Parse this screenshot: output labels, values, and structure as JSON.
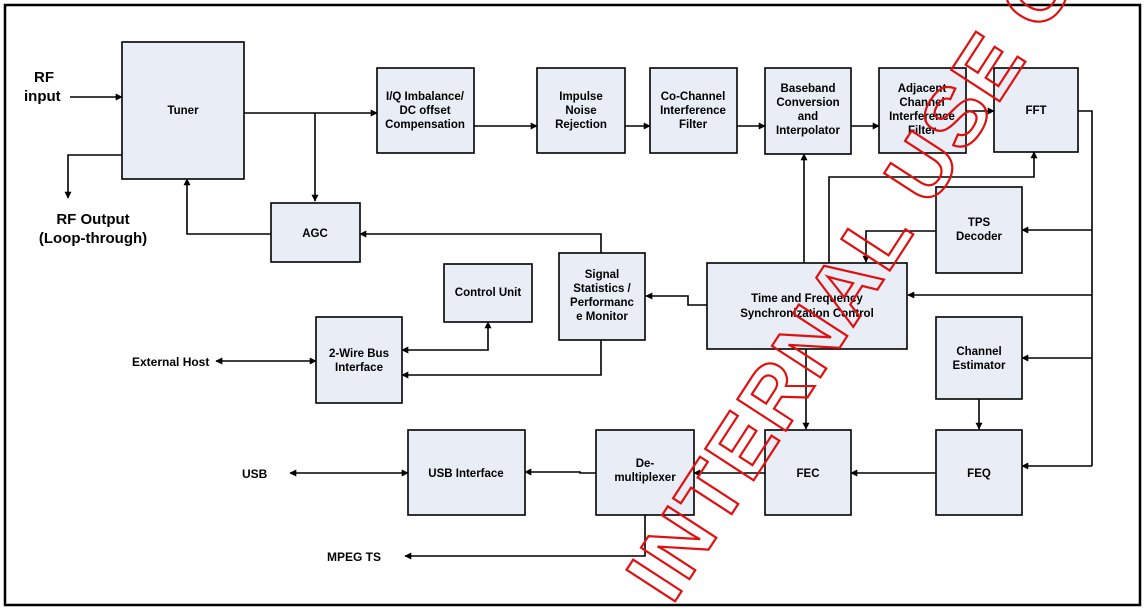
{
  "blocks": {
    "tuner": "Tuner",
    "iq": [
      "I/Q Imbalance/",
      "DC offset",
      "Compensation"
    ],
    "impulse": [
      "Impulse",
      "Noise",
      "Rejection"
    ],
    "cochannel": [
      "Co-Channel",
      "Interference",
      "Filter"
    ],
    "baseband": [
      "Baseband",
      "Conversion",
      "and",
      "Interpolator"
    ],
    "adjacent": [
      "Adjacent",
      "Channel",
      "Interference",
      "Filter"
    ],
    "fft": "FFT",
    "agc": "AGC",
    "tps": [
      "TPS",
      "Decoder"
    ],
    "control_unit": "Control Unit",
    "signal_stats": [
      "Signal",
      "Statistics /",
      "Performanc",
      "e Monitor"
    ],
    "tfsync": [
      "Time and Frequency",
      "Synchronization Control"
    ],
    "twowire": [
      "2-Wire Bus",
      "Interface"
    ],
    "channel_est": [
      "Channel",
      "Estimator"
    ],
    "usb_if": "USB Interface",
    "demux": [
      "De-",
      "multiplexer"
    ],
    "fec": "FEC",
    "feq": "FEQ"
  },
  "labels": {
    "rf_input": [
      "RF",
      "input"
    ],
    "rf_output": [
      "RF Output",
      "(Loop-through)"
    ],
    "external_host": "External Host",
    "usb": "USB",
    "mpeg_ts": "MPEG TS"
  },
  "watermark": "INTERNAL USE ONLY",
  "colors": {
    "block_fill": "#e8edf6",
    "line": "#000000",
    "watermark": "#e01010"
  }
}
